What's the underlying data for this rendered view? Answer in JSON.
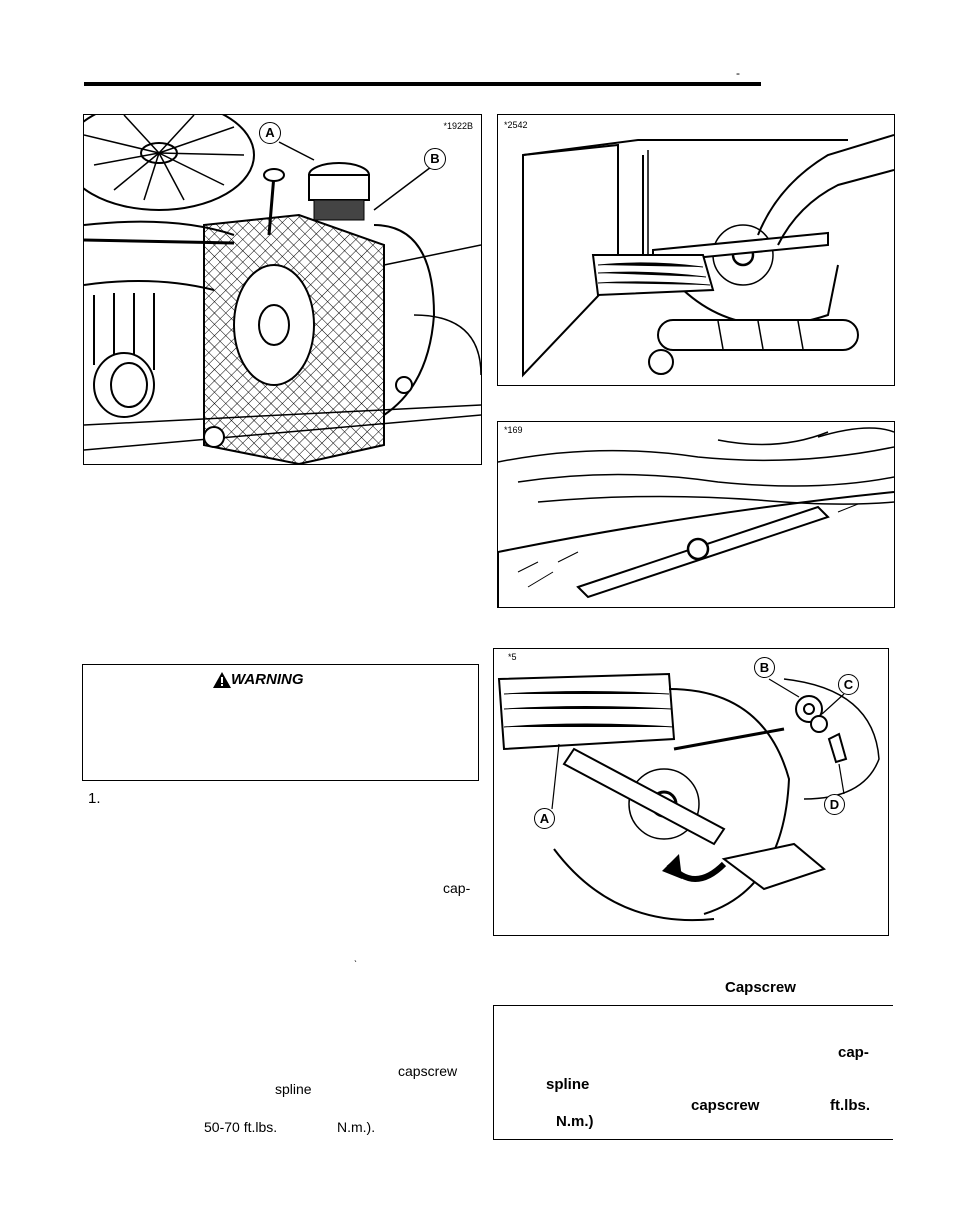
{
  "figures": {
    "engine": {
      "number": "*1922B",
      "callouts": [
        "A",
        "B"
      ]
    },
    "deck_blade": {
      "number": "*2542"
    },
    "blade_board": {
      "number": "*169"
    },
    "blade_removal": {
      "number": "*5",
      "callouts": [
        "A",
        "B",
        "C",
        "D"
      ]
    }
  },
  "warning": {
    "label": "WARNING"
  },
  "left_text": {
    "step": "1.",
    "cap": "cap-",
    "tick": "ˎ",
    "capscrew": "capscrew",
    "spline": "spline",
    "torque": "50-70 ft.lbs.",
    "nm": "N.m.)."
  },
  "right_text": {
    "heading": "Capscrew",
    "cap": "cap-",
    "spline": "spline",
    "capscrew": "capscrew",
    "ftlbs": "ft.lbs.",
    "nm": "N.m.)"
  },
  "header": {
    "dash": "-"
  }
}
